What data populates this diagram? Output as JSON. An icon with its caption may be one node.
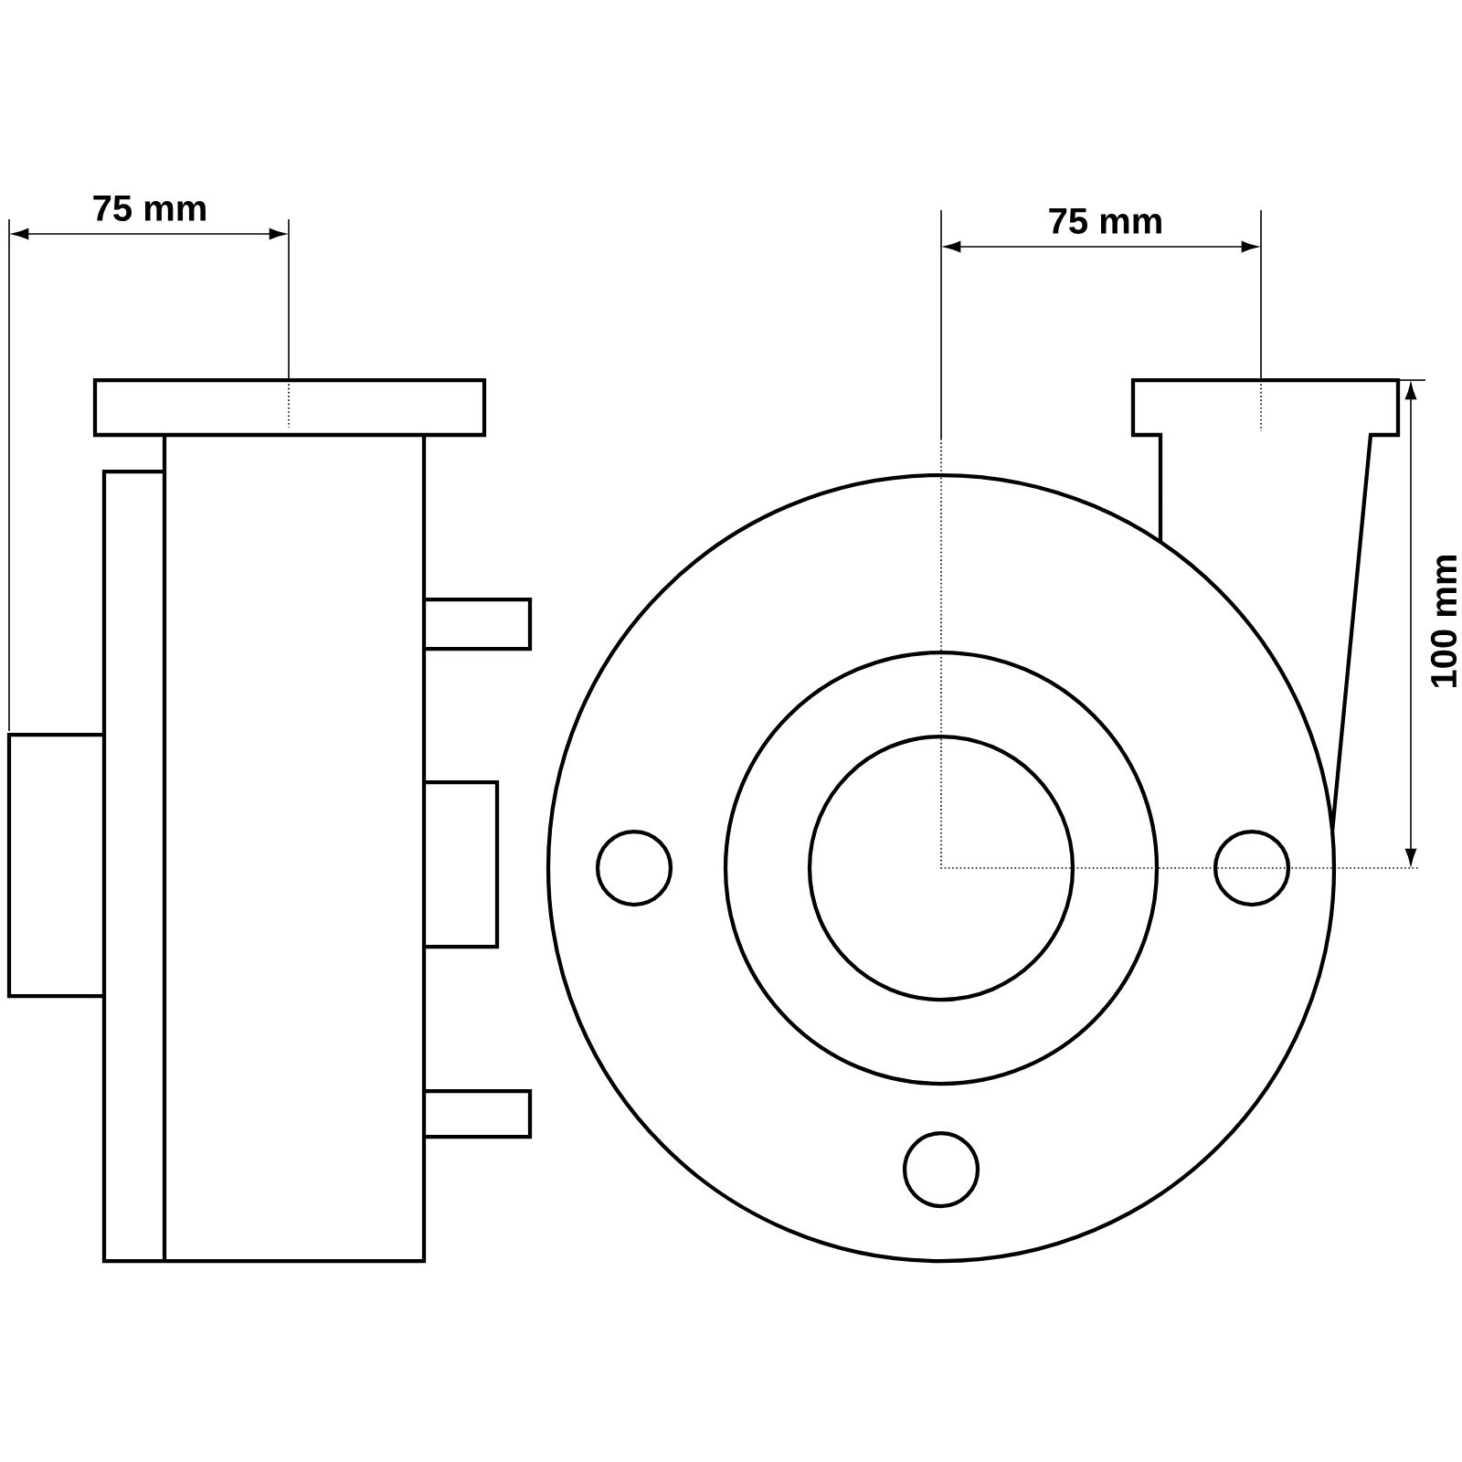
{
  "diagram": {
    "labels": [
      "75 mm",
      "75 mm",
      "100 mm"
    ]
  }
}
